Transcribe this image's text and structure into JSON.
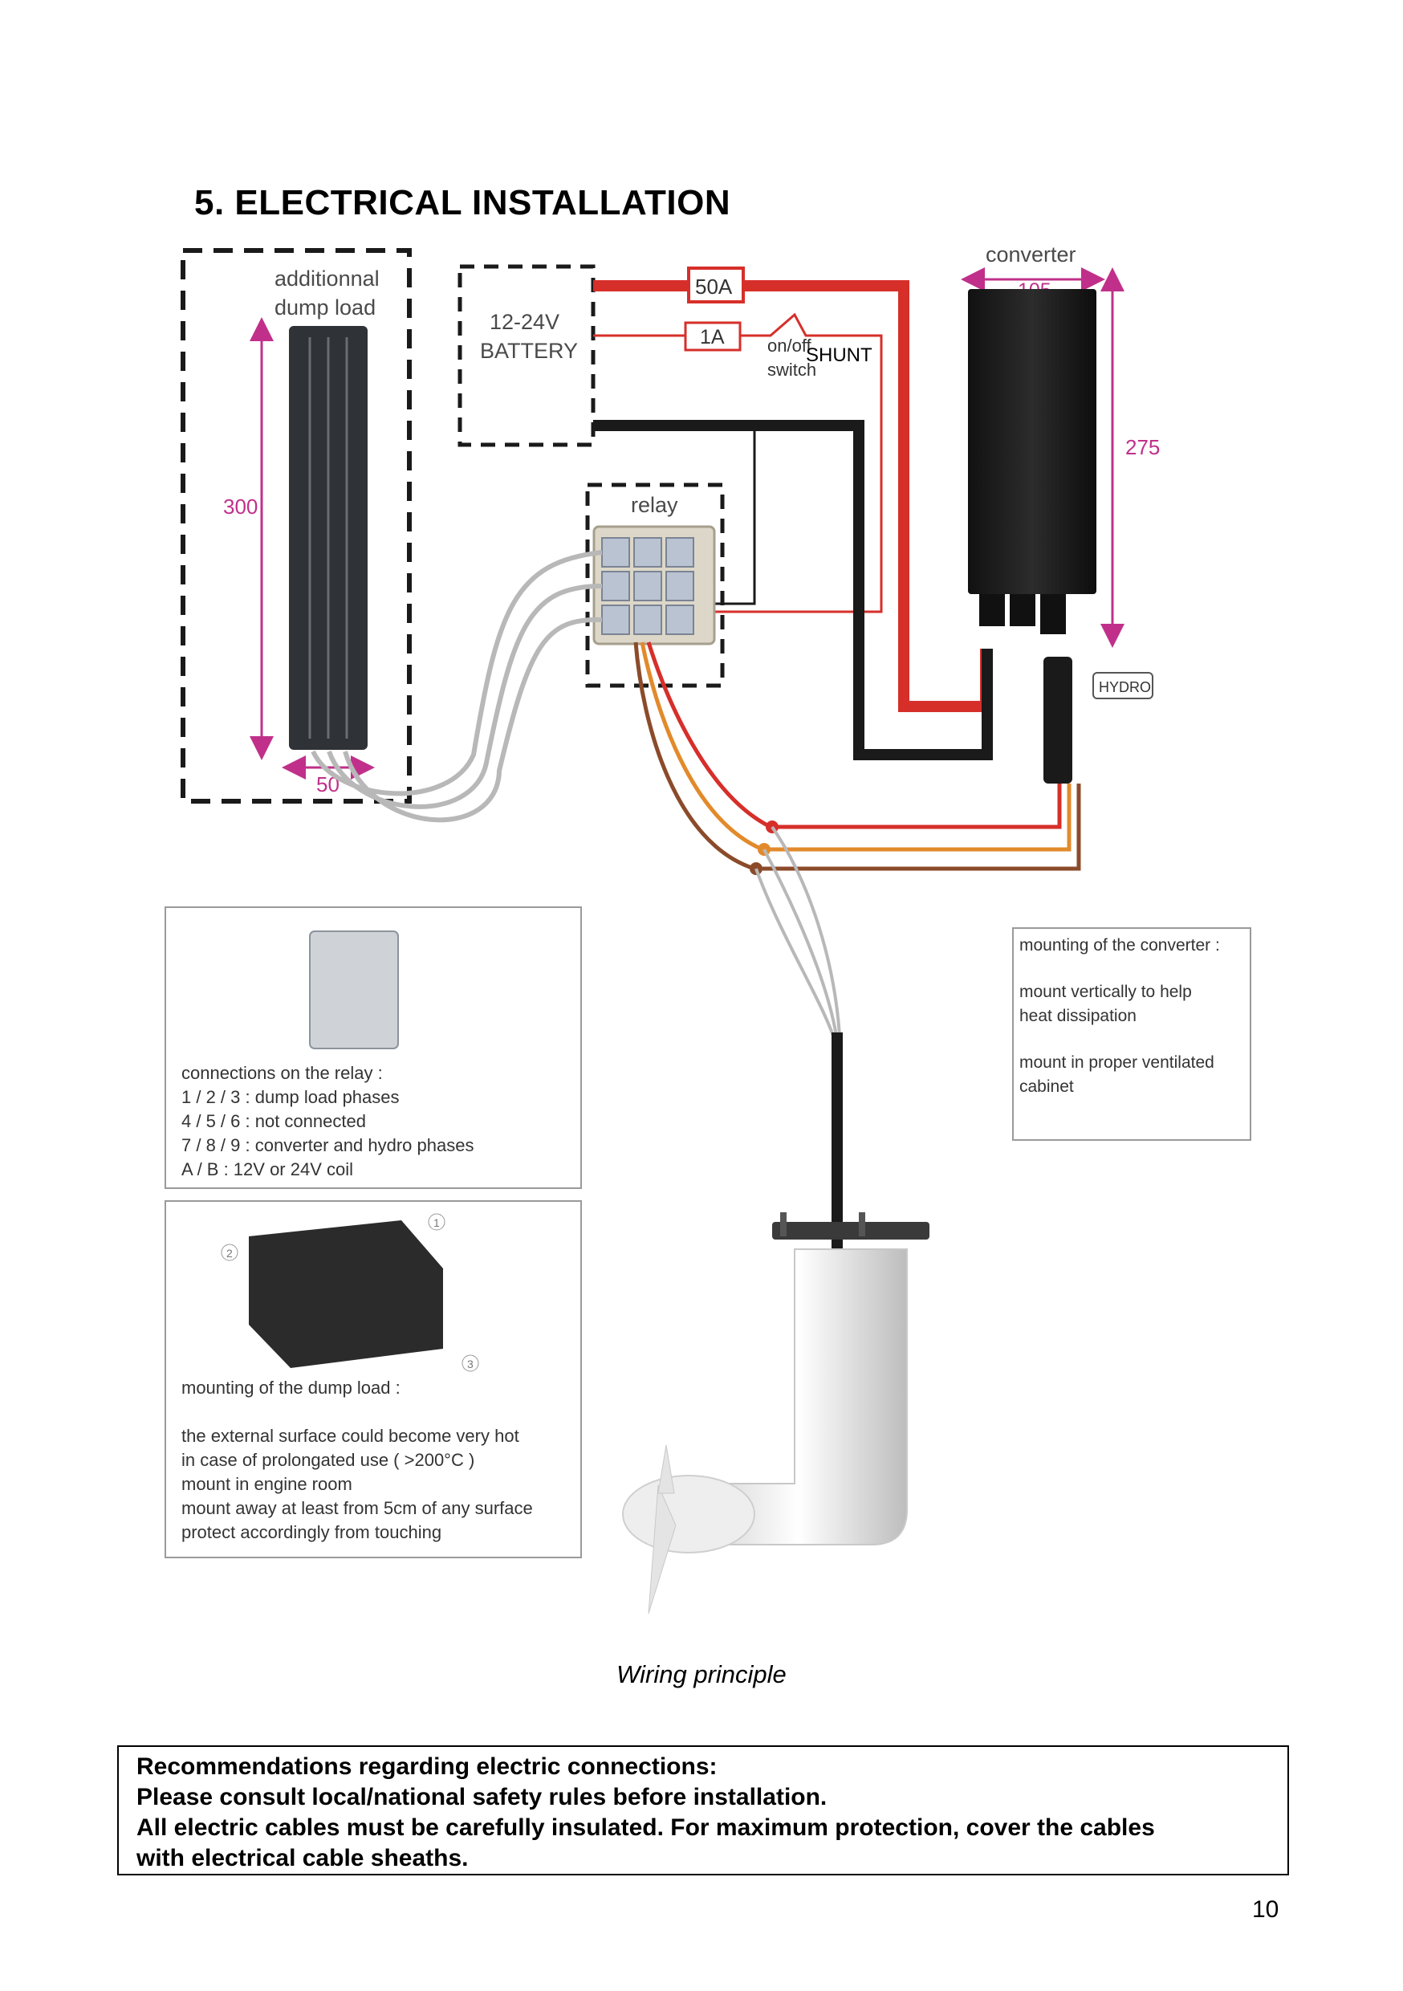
{
  "heading": "5. ELECTRICAL INSTALLATION",
  "diagram": {
    "dump_load": {
      "label_line1": "additionnal",
      "label_line2": "dump load",
      "height_dim": "300",
      "width_dim": "50"
    },
    "battery": {
      "label_line1": "12-24V",
      "label_line2": "BATTERY"
    },
    "fuse_50a": "50A",
    "fuse_1a": "1A",
    "switch": {
      "label_line1": "on/off",
      "label_line2": "switch"
    },
    "shunt": "SHUNT",
    "relay": "relay",
    "converter": {
      "label": "converter",
      "width_dim": "105",
      "height_dim": "275"
    },
    "hydro": "HYDRO",
    "relay_note": {
      "title": "connections on the relay :",
      "lines": [
        "1 / 2 / 3 :  dump load phases",
        "4 / 5 / 6 : not connected",
        "7 / 8 / 9 : converter and hydro phases",
        "A / B : 12V or 24V coil"
      ]
    },
    "dump_load_note": {
      "title": "mounting of the dump load :",
      "lines": [
        "the external surface could become very hot",
        "in case of prolongated use ( >200°C )",
        "mount in engine room",
        "mount away at least from 5cm of any surface",
        "protect accordingly from touching"
      ]
    },
    "converter_note": {
      "title": "mounting of the converter :",
      "lines": [
        "mount vertically to help",
        "heat dissipation",
        "mount in proper ventilated",
        "cabinet"
      ]
    },
    "dump_callouts": [
      "1",
      "2",
      "3"
    ]
  },
  "caption": "Wiring principle",
  "recommendations": {
    "line1": "Recommendations regarding electric connections:",
    "line2": "Please consult local/national safety rules before installation.",
    "line3": "All electric cables must be carefully insulated. For maximum protection, cover the cables",
    "line4": "with electrical cable sheaths."
  },
  "page_number": "10",
  "colors": {
    "accent_magenta": "#c0308a",
    "wire_red": "#d62f2a",
    "wire_black": "#1a1a1a",
    "wire_orange": "#e28a2b",
    "wire_brown": "#8b4b2a"
  }
}
